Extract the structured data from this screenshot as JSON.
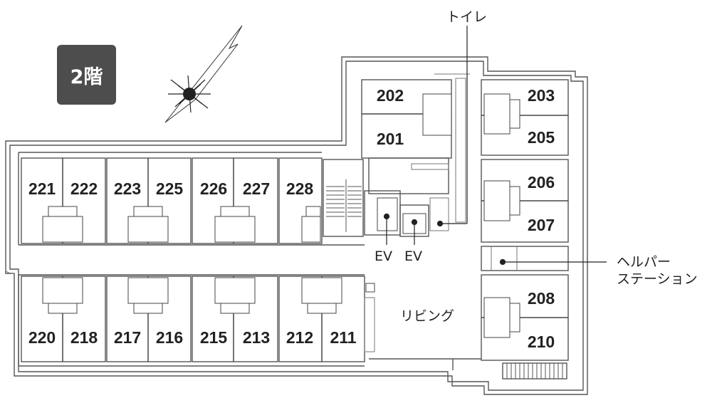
{
  "floor_label": "2階",
  "rooms_top_left": [
    "221",
    "222",
    "223",
    "225",
    "226",
    "227",
    "228"
  ],
  "rooms_bottom_left": [
    "220",
    "218",
    "217",
    "216",
    "215",
    "213",
    "212",
    "211"
  ],
  "rooms_center": [
    "202",
    "201"
  ],
  "rooms_right": [
    "203",
    "205",
    "206",
    "207",
    "208",
    "210"
  ],
  "labels": {
    "toilet": "トイレ",
    "helper_line1": "ヘルパー",
    "helper_line2": "ステーション",
    "living": "リビング",
    "ev1": "EV",
    "ev2": "EV"
  },
  "icons": {
    "compass": "north-compass-icon"
  }
}
